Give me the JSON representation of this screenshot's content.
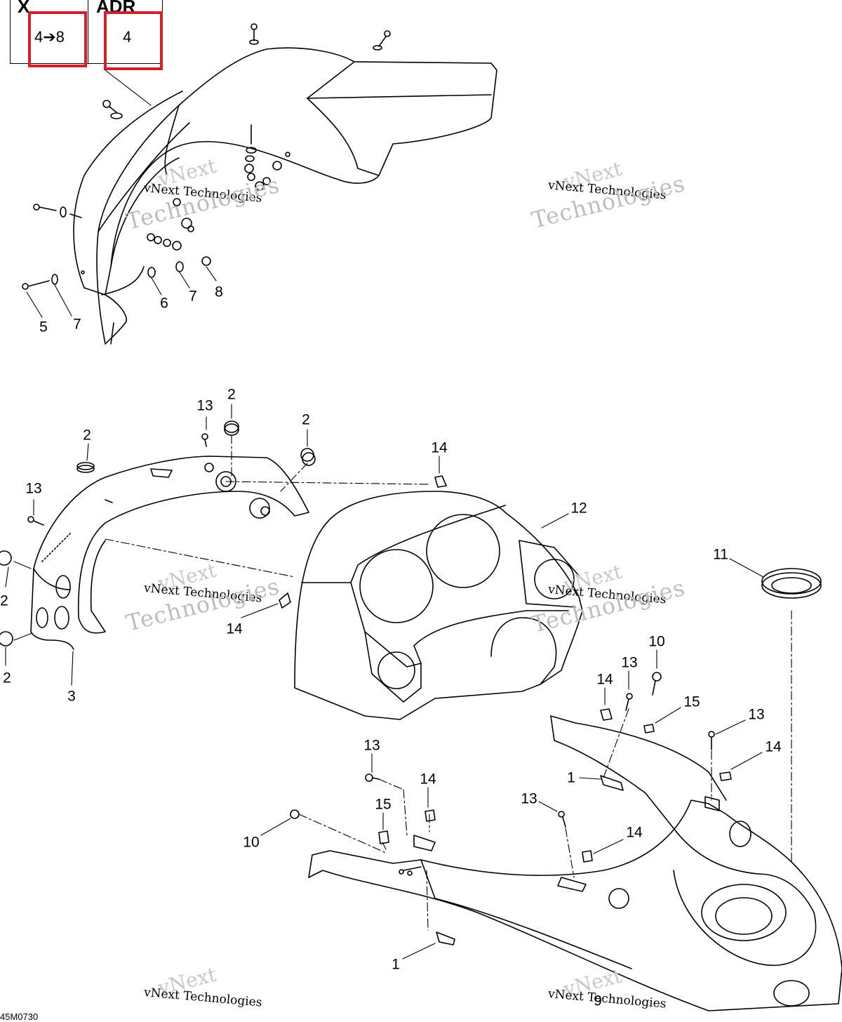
{
  "header": {
    "col1_label": "X",
    "col1_value": "4➔8",
    "col2_label": "ADR",
    "col2_value": "4",
    "highlight_color": "#d42126"
  },
  "callouts": [
    "1",
    "1",
    "2",
    "2",
    "2",
    "2",
    "2",
    "3",
    "5",
    "6",
    "7",
    "7",
    "8",
    "9",
    "10",
    "10",
    "11",
    "12",
    "13",
    "13",
    "13",
    "13",
    "13",
    "13",
    "14",
    "14",
    "14",
    "14",
    "14",
    "14",
    "15",
    "15"
  ],
  "watermark": {
    "brand": "vNext",
    "line": "vNext Technologies",
    "big": "Technologies"
  },
  "figure_code": "45M0730"
}
